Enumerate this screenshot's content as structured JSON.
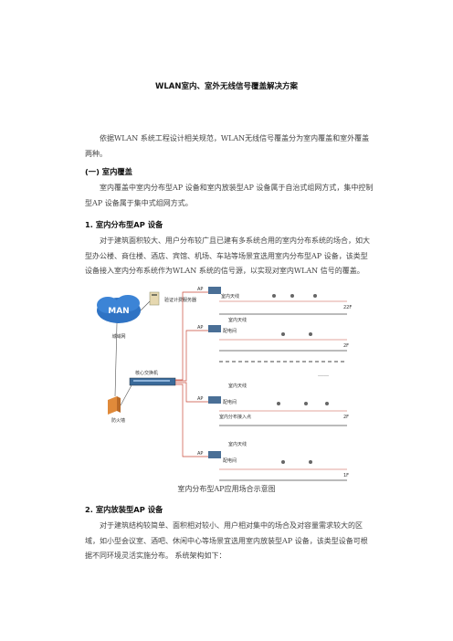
{
  "title": "WLAN室内、室外无线信号覆盖解决方案",
  "intro": "依据WLAN 系统工程设计相关规范，WLAN无线信号覆盖分为室内覆盖和室外覆盖两种。",
  "section1": {
    "heading": "(一) 室内覆盖",
    "text": "室内覆盖中室内分布型AP 设备和室内放装型AP 设备属于自治式组网方式，集中控制型AP 设备属于集中式组网方式。"
  },
  "sub1": {
    "heading": "1. 室内分布型AP 设备",
    "text": "对于建筑面积较大、用户分布较广且已建有多系统合用的室内分布系统的场合，如大型办公楼、商住楼、酒店、宾馆、机场、车站等场景宜选用室内分布型AP 设备，该类型设备接入室内分布系统作为WLAN 系统的信号源，以实现对室内WLAN 信号的覆盖。"
  },
  "figure": {
    "man": "MAN",
    "metro": "城域网",
    "auth_server": "验证计费服务器",
    "core_switch": "核心交换机",
    "firewall": "防火墙",
    "ap": "AP",
    "antenna": "室内天线",
    "distribution": "配电间",
    "dist_access": "室内分布接入点",
    "ellipsis": "……",
    "floors": [
      "22F",
      "2F",
      "2F",
      "1F"
    ]
  },
  "caption": "室内分布型AP应用场合示意图",
  "sub2": {
    "heading": "2. 室内放装型AP 设备",
    "text": "对于建筑结构较简单、面积相对较小、用户相对集中的场合及对容量需求较大的区域，如小型会议室、酒吧、休闲中心等场景宜选用室内放装型AP 设备，该类型设备可根据不同环境灵活实施分布。   系统架构如下："
  }
}
